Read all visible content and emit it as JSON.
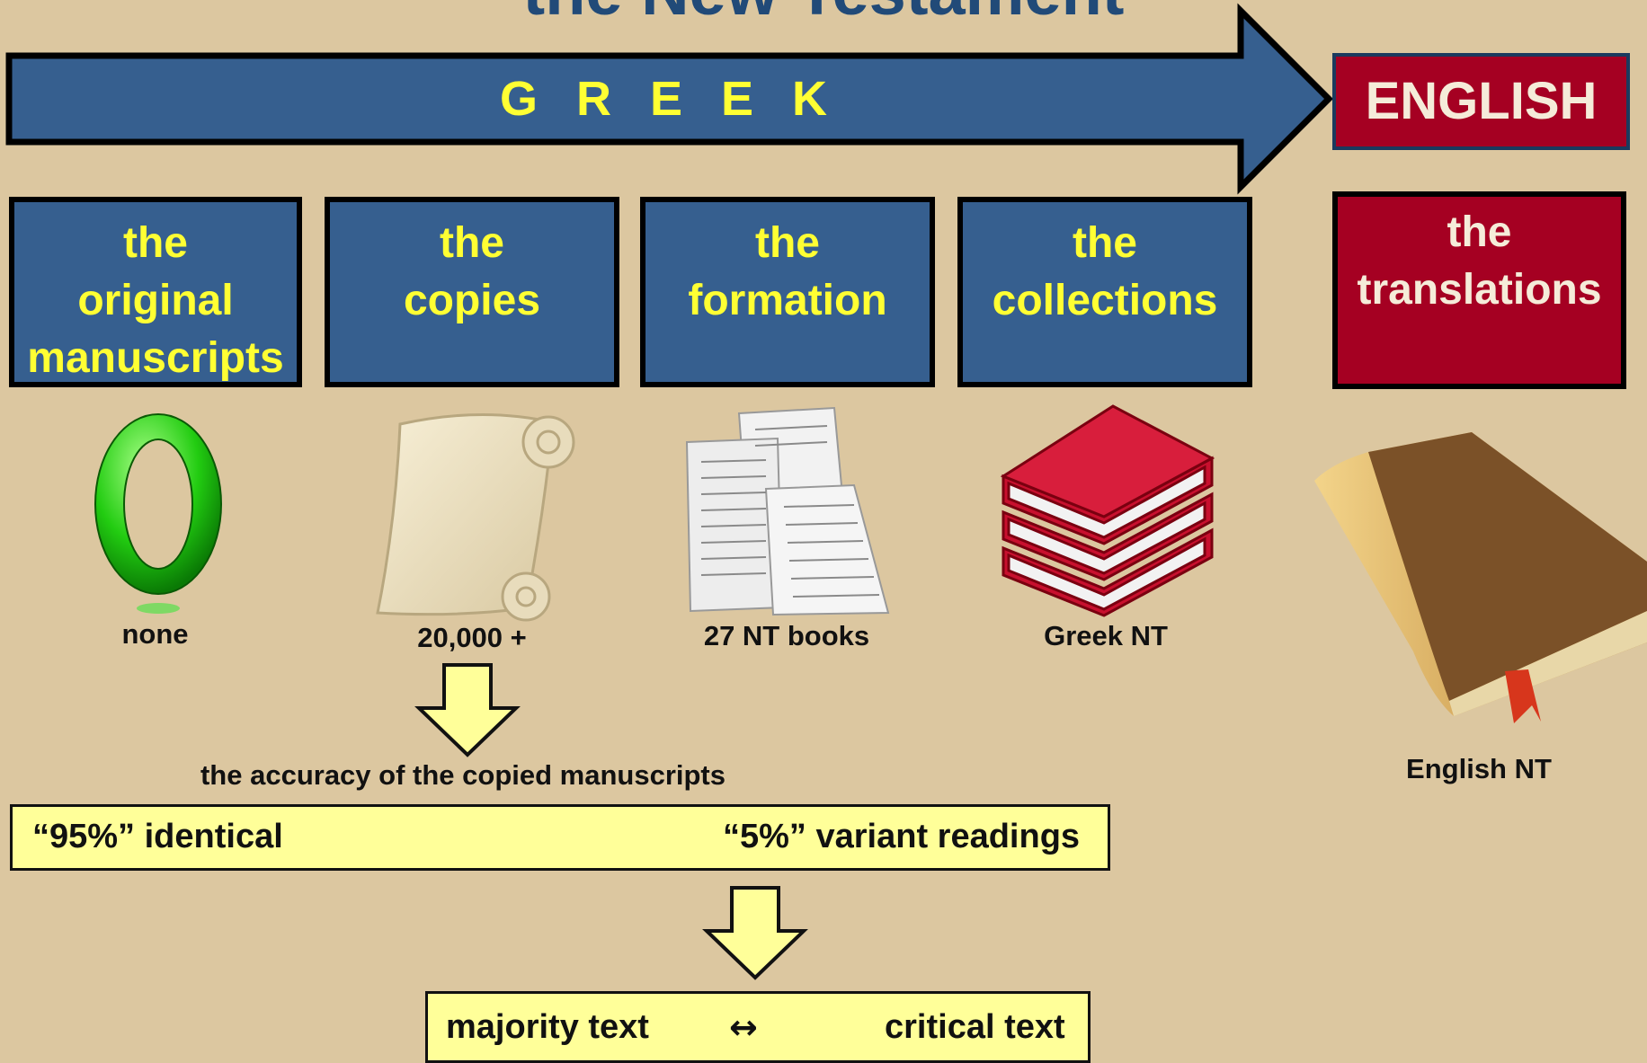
{
  "title": "the New Testament",
  "arrow_label": "G R E E K",
  "english_label": "ENGLISH",
  "stages": [
    {
      "line1": "the",
      "line2": "original",
      "line3": "manuscripts",
      "caption": "none",
      "icon": "zero-icon"
    },
    {
      "line1": "the",
      "line2": "copies",
      "line3": "",
      "caption": "20,000 +",
      "icon": "scroll-icon"
    },
    {
      "line1": "the",
      "line2": "formation",
      "line3": "",
      "caption": "27 NT books",
      "icon": "papers-icon"
    },
    {
      "line1": "the",
      "line2": "collections",
      "line3": "",
      "caption": "Greek NT",
      "icon": "books-icon"
    },
    {
      "line1": "the",
      "line2": "translations",
      "line3": "",
      "caption": "English NT",
      "icon": "book-icon"
    }
  ],
  "accuracy_label": "the accuracy of the copied manuscripts",
  "identical_label": "“95%” identical",
  "variant_label": "“5%” variant readings",
  "majority_label": "majority text",
  "double_arrow": "↔",
  "critical_label": "critical text",
  "colors": {
    "background": "#dcc7a0",
    "greek_blue": "#365f8f",
    "english_red": "#a50022",
    "label_yellow": "#ffff33",
    "band_yellow": "#ffff99"
  }
}
